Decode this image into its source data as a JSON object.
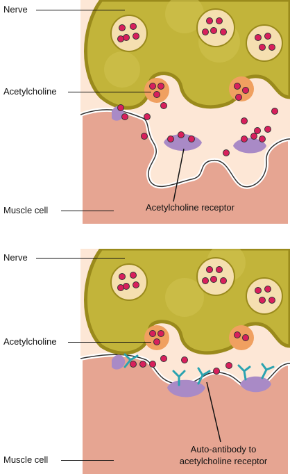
{
  "top": {
    "nerve_label": "Nerve",
    "acetylcholine_label": "Acetylcholine",
    "muscle_label": "Muscle cell",
    "receptor_label": "Acetylcholine receptor"
  },
  "bottom": {
    "nerve_label": "Nerve",
    "acetylcholine_label": "Acetylcholine",
    "muscle_label": "Muscle cell",
    "antibody_line1": "Auto-antibody to",
    "antibody_line2": "acetylcholine receptor"
  },
  "colors": {
    "nerve": "#c2b43a",
    "nerve_outline": "#9a8a1c",
    "vesicle": "#f5dfb0",
    "synapse": "#fde7d6",
    "muscle": "#e6a592",
    "receptor": "#a98ac6",
    "acetylcholine": "#d81f5c",
    "antibody": "#2aa3b0"
  }
}
